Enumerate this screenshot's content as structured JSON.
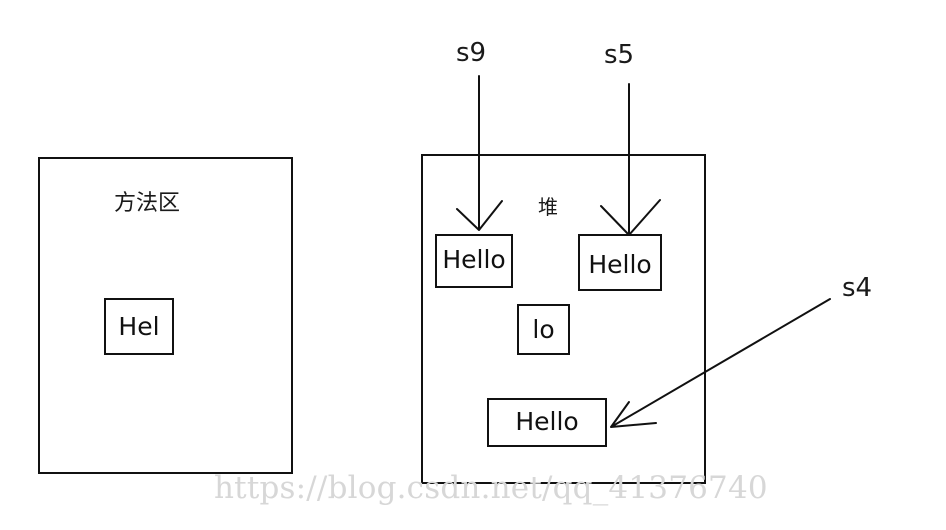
{
  "regions": {
    "method_area": "方法区",
    "heap": "堆"
  },
  "variables": {
    "s9": "s9",
    "s5": "s5",
    "s4": "s4"
  },
  "objects": {
    "method_area_hel": "Hel",
    "heap_hello_left": "Hello",
    "heap_hello_right": "Hello",
    "heap_lo": "lo",
    "heap_hello_bottom": "Hello"
  },
  "watermark": "https://blog.csdn.net/qq_41376740",
  "colors": {
    "line": "#111111",
    "watermark": "#d7d7d7",
    "background": "#ffffff"
  }
}
